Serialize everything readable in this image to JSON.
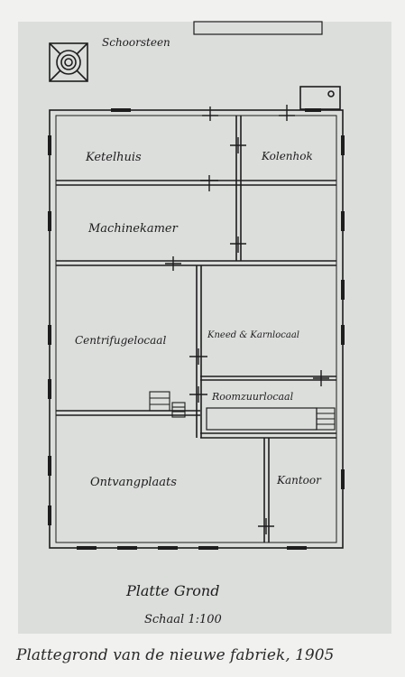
{
  "plan": {
    "chimney_label": "Schoorsteen",
    "rooms": {
      "ketelhuis": "Ketelhuis",
      "kolenhok": "Kolenhok",
      "machinekamer": "Machinekamer",
      "centrifugelocaal": "Centrifugelocaal",
      "kneed_kamlocaal": "Kneed & Karnlocaal",
      "roomzuurlocaal": "Roomzuurlocaal",
      "ontvangplaats": "Ontvangplaats",
      "kantoor": "Kantoor"
    },
    "title": "Platte Grond",
    "scale": "Schaal 1:100"
  },
  "caption": "Plattegrond van de nieuwe fabriek, 1905",
  "colors": {
    "paper": "#dcdedc",
    "ink": "#1d1d1d",
    "page": "#f1f2f0"
  }
}
